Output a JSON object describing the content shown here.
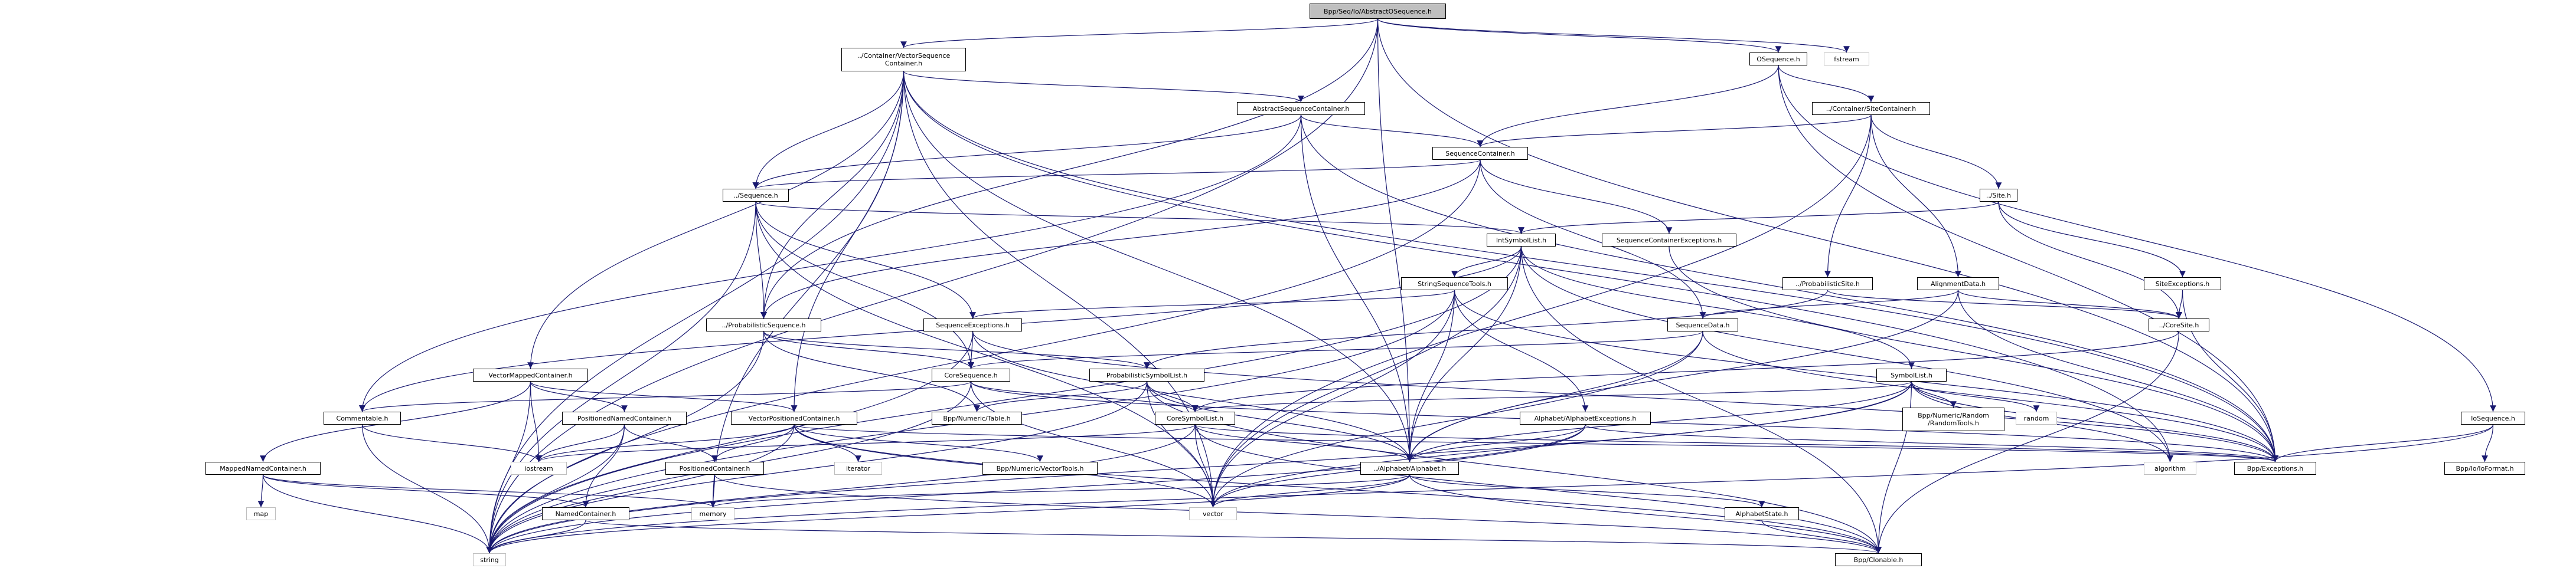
{
  "title": "Bpp/Seq/Io/AbstractOSequence.h",
  "colors": {
    "edge": "#191970",
    "root_fill": "#bfbfbf",
    "node_border": "#000000",
    "system_border": "#bfbfbf"
  },
  "nodes": [
    {
      "id": "root",
      "label": "Bpp/Seq/Io/AbstractOSequence.h",
      "kind": "root"
    },
    {
      "id": "vsc",
      "label": "../Container/VectorSequence\nContainer.h",
      "kind": "doc"
    },
    {
      "id": "oseq",
      "label": "OSequence.h",
      "kind": "doc"
    },
    {
      "id": "fstream",
      "label": "fstream",
      "kind": "sys"
    },
    {
      "id": "asc",
      "label": "AbstractSequenceContainer.h",
      "kind": "doc"
    },
    {
      "id": "sitec",
      "label": "../Container/SiteContainer.h",
      "kind": "doc"
    },
    {
      "id": "seqc",
      "label": "SequenceContainer.h",
      "kind": "doc"
    },
    {
      "id": "seq",
      "label": "../Sequence.h",
      "kind": "doc"
    },
    {
      "id": "site",
      "label": "../Site.h",
      "kind": "doc"
    },
    {
      "id": "isl",
      "label": "IntSymbolList.h",
      "kind": "doc"
    },
    {
      "id": "sce",
      "label": "SequenceContainerExceptions.h",
      "kind": "doc"
    },
    {
      "id": "sst",
      "label": "StringSequenceTools.h",
      "kind": "doc"
    },
    {
      "id": "psite",
      "label": "../ProbabilisticSite.h",
      "kind": "doc"
    },
    {
      "id": "ad",
      "label": "AlignmentData.h",
      "kind": "doc"
    },
    {
      "id": "siteex",
      "label": "SiteExceptions.h",
      "kind": "doc"
    },
    {
      "id": "pseq",
      "label": "../ProbabilisticSequence.h",
      "kind": "doc"
    },
    {
      "id": "seqex",
      "label": "SequenceExceptions.h",
      "kind": "doc"
    },
    {
      "id": "sd",
      "label": "SequenceData.h",
      "kind": "doc"
    },
    {
      "id": "coresite",
      "label": "../CoreSite.h",
      "kind": "doc"
    },
    {
      "id": "vmc",
      "label": "VectorMappedContainer.h",
      "kind": "doc"
    },
    {
      "id": "coreseq",
      "label": "CoreSequence.h",
      "kind": "doc"
    },
    {
      "id": "psl",
      "label": "ProbabilisticSymbolList.h",
      "kind": "doc"
    },
    {
      "id": "sl",
      "label": "SymbolList.h",
      "kind": "doc"
    },
    {
      "id": "comm",
      "label": "Commentable.h",
      "kind": "doc"
    },
    {
      "id": "pnc",
      "label": "PositionedNamedContainer.h",
      "kind": "doc"
    },
    {
      "id": "vpc",
      "label": "VectorPositionedContainer.h",
      "kind": "doc"
    },
    {
      "id": "table",
      "label": "Bpp/Numeric/Table.h",
      "kind": "doc"
    },
    {
      "id": "csl",
      "label": "CoreSymbolList.h",
      "kind": "doc"
    },
    {
      "id": "alex",
      "label": "Alphabet/AlphabetExceptions.h",
      "kind": "doc"
    },
    {
      "id": "rand",
      "label": "Bpp/Numeric/Random\n/RandomTools.h",
      "kind": "doc"
    },
    {
      "id": "random",
      "label": "random",
      "kind": "sys"
    },
    {
      "id": "ioseq",
      "label": "IoSequence.h",
      "kind": "doc"
    },
    {
      "id": "mnc",
      "label": "MappedNamedContainer.h",
      "kind": "doc"
    },
    {
      "id": "iostream",
      "label": "iostream",
      "kind": "sys"
    },
    {
      "id": "pc",
      "label": "PositionedContainer.h",
      "kind": "doc"
    },
    {
      "id": "iterator",
      "label": "iterator",
      "kind": "sys"
    },
    {
      "id": "vt",
      "label": "Bpp/Numeric/VectorTools.h",
      "kind": "doc"
    },
    {
      "id": "alpha",
      "label": "../Alphabet/Alphabet.h",
      "kind": "doc"
    },
    {
      "id": "algorithm",
      "label": "algorithm",
      "kind": "sys"
    },
    {
      "id": "exc",
      "label": "Bpp/Exceptions.h",
      "kind": "doc"
    },
    {
      "id": "iofmt",
      "label": "Bpp/Io/IoFormat.h",
      "kind": "doc"
    },
    {
      "id": "map",
      "label": "map",
      "kind": "sys"
    },
    {
      "id": "nc",
      "label": "NamedContainer.h",
      "kind": "doc"
    },
    {
      "id": "memory",
      "label": "memory",
      "kind": "sys"
    },
    {
      "id": "vector",
      "label": "vector",
      "kind": "sys"
    },
    {
      "id": "alst",
      "label": "AlphabetState.h",
      "kind": "doc"
    },
    {
      "id": "string",
      "label": "string",
      "kind": "sys"
    },
    {
      "id": "clon",
      "label": "Bpp/Clonable.h",
      "kind": "doc"
    }
  ],
  "edges": [
    [
      "root",
      "vsc"
    ],
    [
      "root",
      "oseq"
    ],
    [
      "root",
      "fstream"
    ],
    [
      "root",
      "string"
    ],
    [
      "root",
      "pseq"
    ],
    [
      "root",
      "alpha"
    ],
    [
      "root",
      "exc"
    ],
    [
      "vsc",
      "asc"
    ],
    [
      "vsc",
      "seq"
    ],
    [
      "vsc",
      "pseq"
    ],
    [
      "vsc",
      "vmc"
    ],
    [
      "vsc",
      "vpc"
    ],
    [
      "vsc",
      "alpha"
    ],
    [
      "vsc",
      "exc"
    ],
    [
      "vsc",
      "algorithm"
    ],
    [
      "vsc",
      "string"
    ],
    [
      "vsc",
      "memory"
    ],
    [
      "vsc",
      "vector"
    ],
    [
      "oseq",
      "seqc"
    ],
    [
      "oseq",
      "sitec"
    ],
    [
      "oseq",
      "ioseq"
    ],
    [
      "oseq",
      "exc"
    ],
    [
      "asc",
      "seqc"
    ],
    [
      "asc",
      "seq"
    ],
    [
      "asc",
      "comm"
    ],
    [
      "asc",
      "alpha"
    ],
    [
      "asc",
      "exc"
    ],
    [
      "sitec",
      "seqc"
    ],
    [
      "sitec",
      "site"
    ],
    [
      "sitec",
      "psite"
    ],
    [
      "sitec",
      "ad"
    ],
    [
      "sitec",
      "vector"
    ],
    [
      "seqc",
      "seq"
    ],
    [
      "seqc",
      "sce"
    ],
    [
      "seqc",
      "sd"
    ],
    [
      "seqc",
      "pseq"
    ],
    [
      "seqc",
      "string"
    ],
    [
      "seq",
      "isl"
    ],
    [
      "seq",
      "seqex"
    ],
    [
      "seq",
      "coreseq"
    ],
    [
      "seq",
      "pseq"
    ],
    [
      "seq",
      "string"
    ],
    [
      "seq",
      "vector"
    ],
    [
      "site",
      "isl"
    ],
    [
      "site",
      "siteex"
    ],
    [
      "site",
      "coresite"
    ],
    [
      "isl",
      "sst"
    ],
    [
      "isl",
      "sl"
    ],
    [
      "isl",
      "alpha"
    ],
    [
      "isl",
      "string"
    ],
    [
      "isl",
      "vector"
    ],
    [
      "isl",
      "comm"
    ],
    [
      "isl",
      "algorithm"
    ],
    [
      "isl",
      "clon"
    ],
    [
      "sce",
      "exc"
    ],
    [
      "sst",
      "seqex"
    ],
    [
      "sst",
      "alpha"
    ],
    [
      "sst",
      "alex"
    ],
    [
      "sst",
      "string"
    ],
    [
      "sst",
      "vector"
    ],
    [
      "sst",
      "exc"
    ],
    [
      "psite",
      "coresite"
    ],
    [
      "psite",
      "psl"
    ],
    [
      "ad",
      "sd"
    ],
    [
      "ad",
      "coresite"
    ],
    [
      "ad",
      "exc"
    ],
    [
      "ad",
      "alpha"
    ],
    [
      "siteex",
      "coresite"
    ],
    [
      "siteex",
      "exc"
    ],
    [
      "pseq",
      "coreseq"
    ],
    [
      "pseq",
      "psl"
    ],
    [
      "pseq",
      "table"
    ],
    [
      "pseq",
      "string"
    ],
    [
      "seqex",
      "coreseq"
    ],
    [
      "seqex",
      "alpha"
    ],
    [
      "seqex",
      "exc"
    ],
    [
      "seqex",
      "string"
    ],
    [
      "sd",
      "coreseq"
    ],
    [
      "sd",
      "alpha"
    ],
    [
      "sd",
      "exc"
    ],
    [
      "sd",
      "vector"
    ],
    [
      "coresite",
      "csl"
    ],
    [
      "coresite",
      "clon"
    ],
    [
      "vmc",
      "pnc"
    ],
    [
      "vmc",
      "vpc"
    ],
    [
      "vmc",
      "mnc"
    ],
    [
      "vmc",
      "iostream"
    ],
    [
      "vmc",
      "string"
    ],
    [
      "coreseq",
      "csl"
    ],
    [
      "coreseq",
      "comm"
    ],
    [
      "coreseq",
      "vector"
    ],
    [
      "coreseq",
      "string"
    ],
    [
      "coreseq",
      "exc"
    ],
    [
      "psl",
      "csl"
    ],
    [
      "psl",
      "table"
    ],
    [
      "psl",
      "alpha"
    ],
    [
      "psl",
      "vector"
    ],
    [
      "psl",
      "string"
    ],
    [
      "psl",
      "clon"
    ],
    [
      "sl",
      "csl"
    ],
    [
      "sl",
      "alpha"
    ],
    [
      "sl",
      "rand"
    ],
    [
      "sl",
      "random"
    ],
    [
      "sl",
      "algorithm"
    ],
    [
      "sl",
      "exc"
    ],
    [
      "sl",
      "string"
    ],
    [
      "sl",
      "vector"
    ],
    [
      "sl",
      "clon"
    ],
    [
      "comm",
      "string"
    ],
    [
      "comm",
      "iostream"
    ],
    [
      "pnc",
      "pc"
    ],
    [
      "pnc",
      "nc"
    ],
    [
      "pnc",
      "iostream"
    ],
    [
      "pnc",
      "string"
    ],
    [
      "vpc",
      "pc"
    ],
    [
      "vpc",
      "iterator"
    ],
    [
      "vpc",
      "vt"
    ],
    [
      "vpc",
      "vector"
    ],
    [
      "vpc",
      "iostream"
    ],
    [
      "vpc",
      "string"
    ],
    [
      "vpc",
      "exc"
    ],
    [
      "vpc",
      "clon"
    ],
    [
      "csl",
      "alpha"
    ],
    [
      "csl",
      "vector"
    ],
    [
      "csl",
      "string"
    ],
    [
      "csl",
      "iostream"
    ],
    [
      "csl",
      "clon"
    ],
    [
      "csl",
      "exc"
    ],
    [
      "alex",
      "alpha"
    ],
    [
      "alex",
      "exc"
    ],
    [
      "alex",
      "vector"
    ],
    [
      "alex",
      "string"
    ],
    [
      "ioseq",
      "iofmt"
    ],
    [
      "ioseq",
      "exc"
    ],
    [
      "ioseq",
      "string"
    ],
    [
      "mnc",
      "map"
    ],
    [
      "mnc",
      "nc"
    ],
    [
      "mnc",
      "string"
    ],
    [
      "mnc",
      "memory"
    ],
    [
      "pc",
      "memory"
    ],
    [
      "pc",
      "clon"
    ],
    [
      "alpha",
      "alst"
    ],
    [
      "alpha",
      "memory"
    ],
    [
      "alpha",
      "vector"
    ],
    [
      "alpha",
      "string"
    ],
    [
      "alpha",
      "clon"
    ],
    [
      "alst",
      "clon"
    ],
    [
      "nc",
      "string"
    ],
    [
      "nc",
      "clon"
    ]
  ]
}
